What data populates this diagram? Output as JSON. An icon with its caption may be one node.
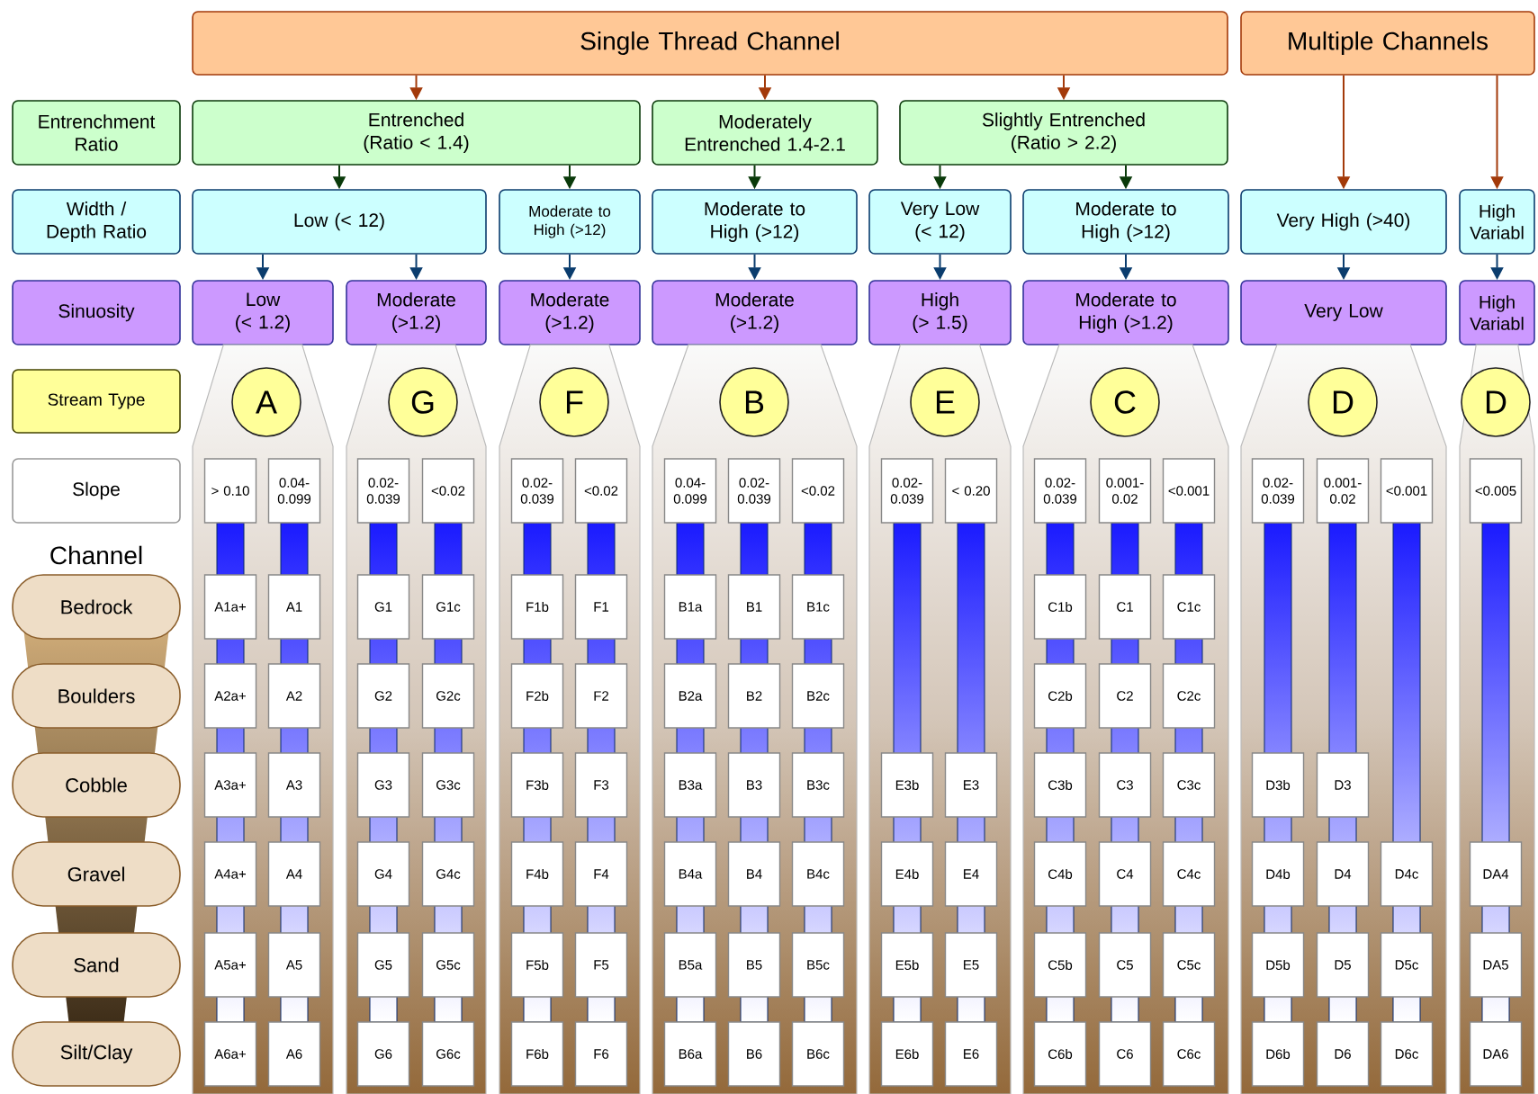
{
  "diagram": {
    "nodes": [
      {
        "text": [
          "Single Thread Channel"
        ]
      },
      {
        "text": [
          "Multiple Channels"
        ]
      },
      {
        "text": [
          "Entrenchment Ratio"
        ]
      },
      {
        "text": [
          "Entrenched (Ratio < 1.4)"
        ]
      },
      {
        "text": [
          "Moderately Entrenched 1.4-2.1"
        ]
      },
      {
        "text": [
          "Slightly Entrenched (Ratio > 2.2)"
        ]
      },
      {
        "text": [
          "Width / Depth Ratio"
        ]
      },
      {
        "text": [
          "Low (< 12)"
        ]
      },
      {
        "text": [
          "Moderate to High (>12)"
        ]
      },
      {
        "text": [
          "Moderate to High (>12)"
        ]
      },
      {
        "text": [
          "Very Low (< 12)"
        ]
      },
      {
        "text": [
          "Moderate to High (>12)"
        ]
      },
      {
        "text": [
          "Very High (>40)"
        ]
      },
      {
        "text": [
          "High Variabl"
        ]
      },
      {
        "text": [
          "Sinuosity"
        ]
      },
      {
        "text": [
          "Low (< 1.2)"
        ]
      },
      {
        "text": [
          "Moderate (>1.2)"
        ]
      },
      {
        "text": [
          "Moderate (>1.2)"
        ]
      },
      {
        "text": [
          "Moderate (>1.2)"
        ]
      },
      {
        "text": [
          "High (> 1.5)"
        ]
      },
      {
        "text": [
          "Moderate to High (>1.2)"
        ]
      },
      {
        "text": [
          "Very Low"
        ]
      },
      {
        "text": [
          "High Variabl"
        ]
      },
      {
        "text": [
          "Stream Type"
        ]
      },
      {
        "text": [
          "Slope"
        ]
      },
      {
        "text": [
          "Bedrock"
        ]
      },
      {
        "text": [
          "Boulders"
        ]
      },
      {
        "text": [
          "Cobble"
        ]
      },
      {
        "text": [
          "Gravel"
        ]
      },
      {
        "text": [
          "Sand"
        ]
      },
      {
        "text": [
          "Silt/Clay"
        ]
      },
      {
        "text": [],
        "shape": "box"
      },
      {
        "text": [
          "A"
        ],
        "in": 31
      },
      {
        "text": [
          "> 0.10"
        ],
        "in": 31
      },
      {
        "text": [
          "0.04-0.099"
        ],
        "in": 31
      },
      {
        "text": [
          "A1a+"
        ],
        "in": 31
      },
      {
        "text": [
          "A1"
        ],
        "in": 31
      },
      {
        "text": [
          "A2a+"
        ],
        "in": 31
      },
      {
        "text": [
          "A2"
        ],
        "in": 31
      },
      {
        "text": [
          "A3a+"
        ],
        "in": 31
      },
      {
        "text": [
          "A3"
        ],
        "in": 31
      },
      {
        "text": [
          "A4a+"
        ],
        "in": 31
      },
      {
        "text": [
          "A4"
        ],
        "in": 31
      },
      {
        "text": [
          "A5a+"
        ],
        "in": 31
      },
      {
        "text": [
          "A5"
        ],
        "in": 31
      },
      {
        "text": [
          "A6a+"
        ],
        "in": 31
      },
      {
        "text": [
          "A6"
        ],
        "in": 31
      },
      {
        "text": [],
        "shape": "box"
      },
      {
        "text": [
          "G"
        ],
        "in": 47
      },
      {
        "text": [
          "0.02-0.039"
        ],
        "in": 47
      },
      {
        "text": [
          "<0.02"
        ],
        "in": 47
      },
      {
        "text": [
          "G1"
        ],
        "in": 47
      },
      {
        "text": [
          "G1c"
        ],
        "in": 47
      },
      {
        "text": [
          "G2"
        ],
        "in": 47
      },
      {
        "text": [
          "G2c"
        ],
        "in": 47
      },
      {
        "text": [
          "G3"
        ],
        "in": 47
      },
      {
        "text": [
          "G3c"
        ],
        "in": 47
      },
      {
        "text": [
          "G4"
        ],
        "in": 47
      },
      {
        "text": [
          "G4c"
        ],
        "in": 47
      },
      {
        "text": [
          "G5"
        ],
        "in": 47
      },
      {
        "text": [
          "G5c"
        ],
        "in": 47
      },
      {
        "text": [
          "G6"
        ],
        "in": 47
      },
      {
        "text": [
          "G6c"
        ],
        "in": 47
      },
      {
        "text": [],
        "shape": "box"
      },
      {
        "text": [
          "F"
        ],
        "in": 63
      },
      {
        "text": [
          "0.02-0.039"
        ],
        "in": 63
      },
      {
        "text": [
          "<0.02"
        ],
        "in": 63
      },
      {
        "text": [
          "F1b"
        ],
        "in": 63
      },
      {
        "text": [
          "F1"
        ],
        "in": 63
      },
      {
        "text": [
          "F2b"
        ],
        "in": 63
      },
      {
        "text": [
          "F2"
        ],
        "in": 63
      },
      {
        "text": [
          "F3b"
        ],
        "in": 63
      },
      {
        "text": [
          "F3"
        ],
        "in": 63
      },
      {
        "text": [
          "F4b"
        ],
        "in": 63
      },
      {
        "text": [
          "F4"
        ],
        "in": 63
      },
      {
        "text": [
          "F5b"
        ],
        "in": 63
      },
      {
        "text": [
          "F5"
        ],
        "in": 63
      },
      {
        "text": [
          "F6b"
        ],
        "in": 63
      },
      {
        "text": [
          "F6"
        ],
        "in": 63
      },
      {
        "text": [],
        "shape": "box"
      },
      {
        "text": [
          "B"
        ],
        "in": 79
      },
      {
        "text": [
          "0.04-0.099"
        ],
        "in": 79
      },
      {
        "text": [
          "0.02-0.039"
        ],
        "in": 79
      },
      {
        "text": [
          "<0.02"
        ],
        "in": 79
      },
      {
        "text": [
          "B1a"
        ],
        "in": 79
      },
      {
        "text": [
          "B1"
        ],
        "in": 79
      },
      {
        "text": [
          "B1c"
        ],
        "in": 79
      },
      {
        "text": [
          "B2a"
        ],
        "in": 79
      },
      {
        "text": [
          "B2"
        ],
        "in": 79
      },
      {
        "text": [
          "B2c"
        ],
        "in": 79
      },
      {
        "text": [
          "B3a"
        ],
        "in": 79
      },
      {
        "text": [
          "B3"
        ],
        "in": 79
      },
      {
        "text": [
          "B3c"
        ],
        "in": 79
      },
      {
        "text": [
          "B4a"
        ],
        "in": 79
      },
      {
        "text": [
          "B4"
        ],
        "in": 79
      },
      {
        "text": [
          "B4c"
        ],
        "in": 79
      },
      {
        "text": [
          "B5a"
        ],
        "in": 79
      },
      {
        "text": [
          "B5"
        ],
        "in": 79
      },
      {
        "text": [
          "B5c"
        ],
        "in": 79
      },
      {
        "text": [
          "B6a"
        ],
        "in": 79
      },
      {
        "text": [
          "B6"
        ],
        "in": 79
      },
      {
        "text": [
          "B6c"
        ],
        "in": 79
      },
      {
        "text": [],
        "shape": "box"
      },
      {
        "text": [
          "E"
        ],
        "in": 102
      },
      {
        "text": [
          "0.02-0.039"
        ],
        "in": 102
      },
      {
        "text": [
          "< 0.20"
        ],
        "in": 102
      },
      {
        "text": [
          "E3b"
        ],
        "in": 102
      },
      {
        "text": [
          "E3"
        ],
        "in": 102
      },
      {
        "text": [
          "E4b"
        ],
        "in": 102
      },
      {
        "text": [
          "E4"
        ],
        "in": 102
      },
      {
        "text": [
          "E5b"
        ],
        "in": 102
      },
      {
        "text": [
          "E5"
        ],
        "in": 102
      },
      {
        "text": [
          "E6b"
        ],
        "in": 102
      },
      {
        "text": [
          "E6"
        ],
        "in": 102
      },
      {
        "text": [],
        "shape": "box"
      },
      {
        "text": [
          "C"
        ],
        "in": 114
      },
      {
        "text": [
          "0.02-0.039"
        ],
        "in": 114
      },
      {
        "text": [
          "0.001-0.02"
        ],
        "in": 114
      },
      {
        "text": [
          "<0.001"
        ],
        "in": 114
      },
      {
        "text": [
          "C1b"
        ],
        "in": 114
      },
      {
        "text": [
          "C1"
        ],
        "in": 114
      },
      {
        "text": [
          "C1c"
        ],
        "in": 114
      },
      {
        "text": [
          "C2b"
        ],
        "in": 114
      },
      {
        "text": [
          "C2"
        ],
        "in": 114
      },
      {
        "text": [
          "C2c"
        ],
        "in": 114
      },
      {
        "text": [
          "C3b"
        ],
        "in": 114
      },
      {
        "text": [
          "C3"
        ],
        "in": 114
      },
      {
        "text": [
          "C3c"
        ],
        "in": 114
      },
      {
        "text": [
          "C4b"
        ],
        "in": 114
      },
      {
        "text": [
          "C4"
        ],
        "in": 114
      },
      {
        "text": [
          "C4c"
        ],
        "in": 114
      },
      {
        "text": [
          "C5b"
        ],
        "in": 114
      },
      {
        "text": [
          "C5"
        ],
        "in": 114
      },
      {
        "text": [
          "C5c"
        ],
        "in": 114
      },
      {
        "text": [
          "C6b"
        ],
        "in": 114
      },
      {
        "text": [
          "C6"
        ],
        "in": 114
      },
      {
        "text": [
          "C6c"
        ],
        "in": 114
      },
      {
        "text": [],
        "shape": "box"
      },
      {
        "text": [
          "D"
        ],
        "in": 137
      },
      {
        "text": [
          "0.02-0.039"
        ],
        "in": 137
      },
      {
        "text": [
          "0.001-0.02"
        ],
        "in": 137
      },
      {
        "text": [
          "<0.001"
        ],
        "in": 137
      },
      {
        "text": [
          "D3b"
        ],
        "in": 137
      },
      {
        "text": [
          "D3"
        ],
        "in": 137
      },
      {
        "text": [
          "D4b"
        ],
        "in": 137
      },
      {
        "text": [
          "D4"
        ],
        "in": 137
      },
      {
        "text": [
          "D4c"
        ],
        "in": 137
      },
      {
        "text": [
          "D5b"
        ],
        "in": 137
      },
      {
        "text": [
          "D5"
        ],
        "in": 137
      },
      {
        "text": [
          "D5c"
        ],
        "in": 137
      },
      {
        "text": [
          "D6b"
        ],
        "in": 137
      },
      {
        "text": [
          "D6"
        ],
        "in": 137
      },
      {
        "text": [
          "D6c"
        ],
        "in": 137
      },
      {
        "text": [],
        "shape": "box"
      },
      {
        "text": [
          "D"
        ],
        "in": 153
      },
      {
        "text": [
          "<0.005"
        ],
        "in": 153
      },
      {
        "text": [
          "DA4"
        ],
        "in": 153
      },
      {
        "text": [
          "DA5"
        ],
        "in": 153
      },
      {
        "text": [
          "DA6"
        ],
        "in": 153
      }
    ],
    "edges": [
      {
        "from": 0,
        "to": 3,
        "arrow": "to",
        "color": "#a33a0a"
      },
      {
        "from": 0,
        "to": 4,
        "arrow": "to",
        "color": "#a33a0a"
      },
      {
        "from": 0,
        "to": 5,
        "arrow": "to",
        "color": "#a33a0a"
      },
      {
        "from": 1,
        "to": 12,
        "arrow": "to",
        "color": "#a33a0a"
      },
      {
        "from": 1,
        "to": 13,
        "arrow": "to",
        "color": "#a33a0a"
      },
      {
        "from": 3,
        "to": 7,
        "arrow": "to",
        "color": "#0a3a0a"
      },
      {
        "from": 3,
        "to": 8,
        "arrow": "to",
        "color": "#0a3a0a"
      },
      {
        "from": 4,
        "to": 9,
        "arrow": "to",
        "color": "#0a3a0a"
      },
      {
        "from": 5,
        "to": 10,
        "arrow": "to",
        "color": "#0a3a0a"
      },
      {
        "from": 5,
        "to": 11,
        "arrow": "to",
        "color": "#0a3a0a"
      },
      {
        "from": 7,
        "to": 15,
        "arrow": "to"
      },
      {
        "from": 7,
        "to": 16,
        "arrow": "to"
      },
      {
        "from": 8,
        "to": 17,
        "arrow": "to"
      },
      {
        "from": 9,
        "to": 18,
        "arrow": "to"
      },
      {
        "from": 10,
        "to": 19,
        "arrow": "to"
      },
      {
        "from": 11,
        "to": 20,
        "arrow": "to"
      },
      {
        "from": 12,
        "to": 21,
        "arrow": "to"
      },
      {
        "from": 13,
        "to": 22,
        "arrow": "to"
      }
    ],
    "labels": [
      "Channel"
    ]
  }
}
